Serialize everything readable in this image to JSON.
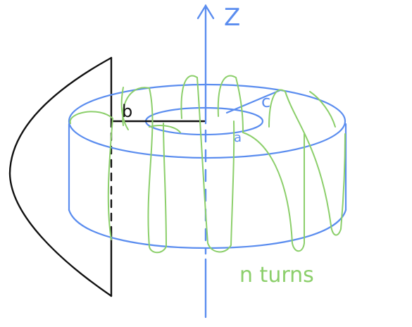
{
  "labels": {
    "axis": "Z",
    "b": "b",
    "c": "c",
    "a": "a",
    "turns": "n turns"
  },
  "colors": {
    "blue": "#5b8def",
    "green": "#8ccf6b",
    "black": "#111111"
  }
}
